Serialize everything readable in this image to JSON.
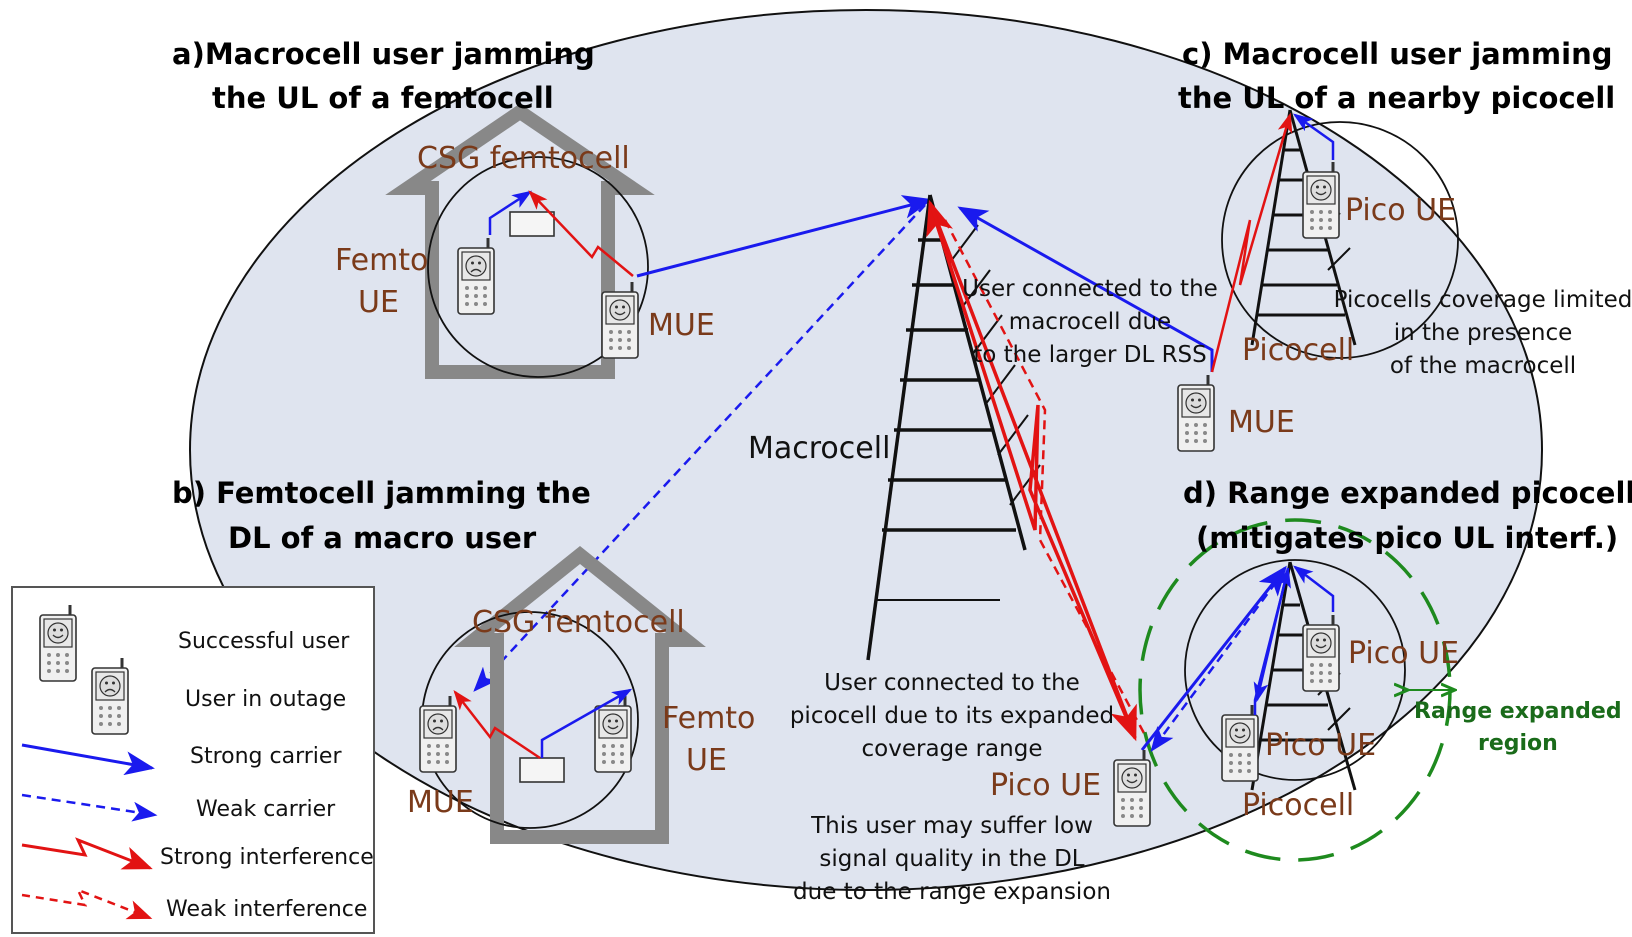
{
  "colors": {
    "background_ellipse": "#dfe4ef",
    "strong_carrier": "#1a1aee",
    "interference": "#e21313",
    "range_expansion": "#1e8a1e",
    "label_brown": "#7a3a1a",
    "house": "#888888"
  },
  "scenario_titles": {
    "a_line1": "a)Macrocell user jamming",
    "a_line2": "the UL of a femtocell",
    "b_line1": "b) Femtocell jamming the",
    "b_line2": "DL of a macro user",
    "c_line1": "c) Macrocell user jamming",
    "c_line2": "the UL of a nearby picocell",
    "d_line1": "d) Range expanded picocell",
    "d_line2": "(mitigates pico UL interf.)"
  },
  "labels": {
    "csg_femtocell_a": "CSG femtocell",
    "femto_ue_a_line1": "Femto",
    "femto_ue_a_line2": "UE",
    "mue_a": "MUE",
    "csg_femtocell_b": "CSG femtocell",
    "femto_ue_b_line1": "Femto",
    "femto_ue_b_line2": "UE",
    "mue_b": "MUE",
    "macrocell": "Macrocell",
    "pico_ue_c": "Pico UE",
    "picocell_c": "Picocell",
    "mue_c": "MUE",
    "pico_ue_d1": "Pico UE",
    "pico_ue_d2": "Pico UE",
    "picocell_d": "Picocell",
    "pico_ue_center": "Pico UE",
    "range_expanded_line1": "Range expanded",
    "range_expanded_line2": "region"
  },
  "annotations": {
    "macro_conn_1": "User connected to the",
    "macro_conn_2": "macrocell due",
    "macro_conn_3": "to the larger DL RSS",
    "pico_cov_1": "Picocells coverage limited",
    "pico_cov_2": "in the presence",
    "pico_cov_3": "of the macrocell",
    "pico_conn_1": "User connected to the",
    "pico_conn_2": "picocell due to its expanded",
    "pico_conn_3": "coverage range",
    "low_sig_1": "This user may suffer low",
    "low_sig_2": "signal quality in the DL",
    "low_sig_3": "due to the range expansion"
  },
  "legend": {
    "successful_user": "Successful user",
    "user_in_outage": "User in outage",
    "strong_carrier": "Strong carrier",
    "weak_carrier": "Weak carrier",
    "strong_interference": "Strong interference",
    "weak_interference": "Weak interference"
  },
  "icons": [
    "phone-happy-icon",
    "phone-sad-icon",
    "tower-icon",
    "house-icon",
    "femto-ap-icon"
  ]
}
